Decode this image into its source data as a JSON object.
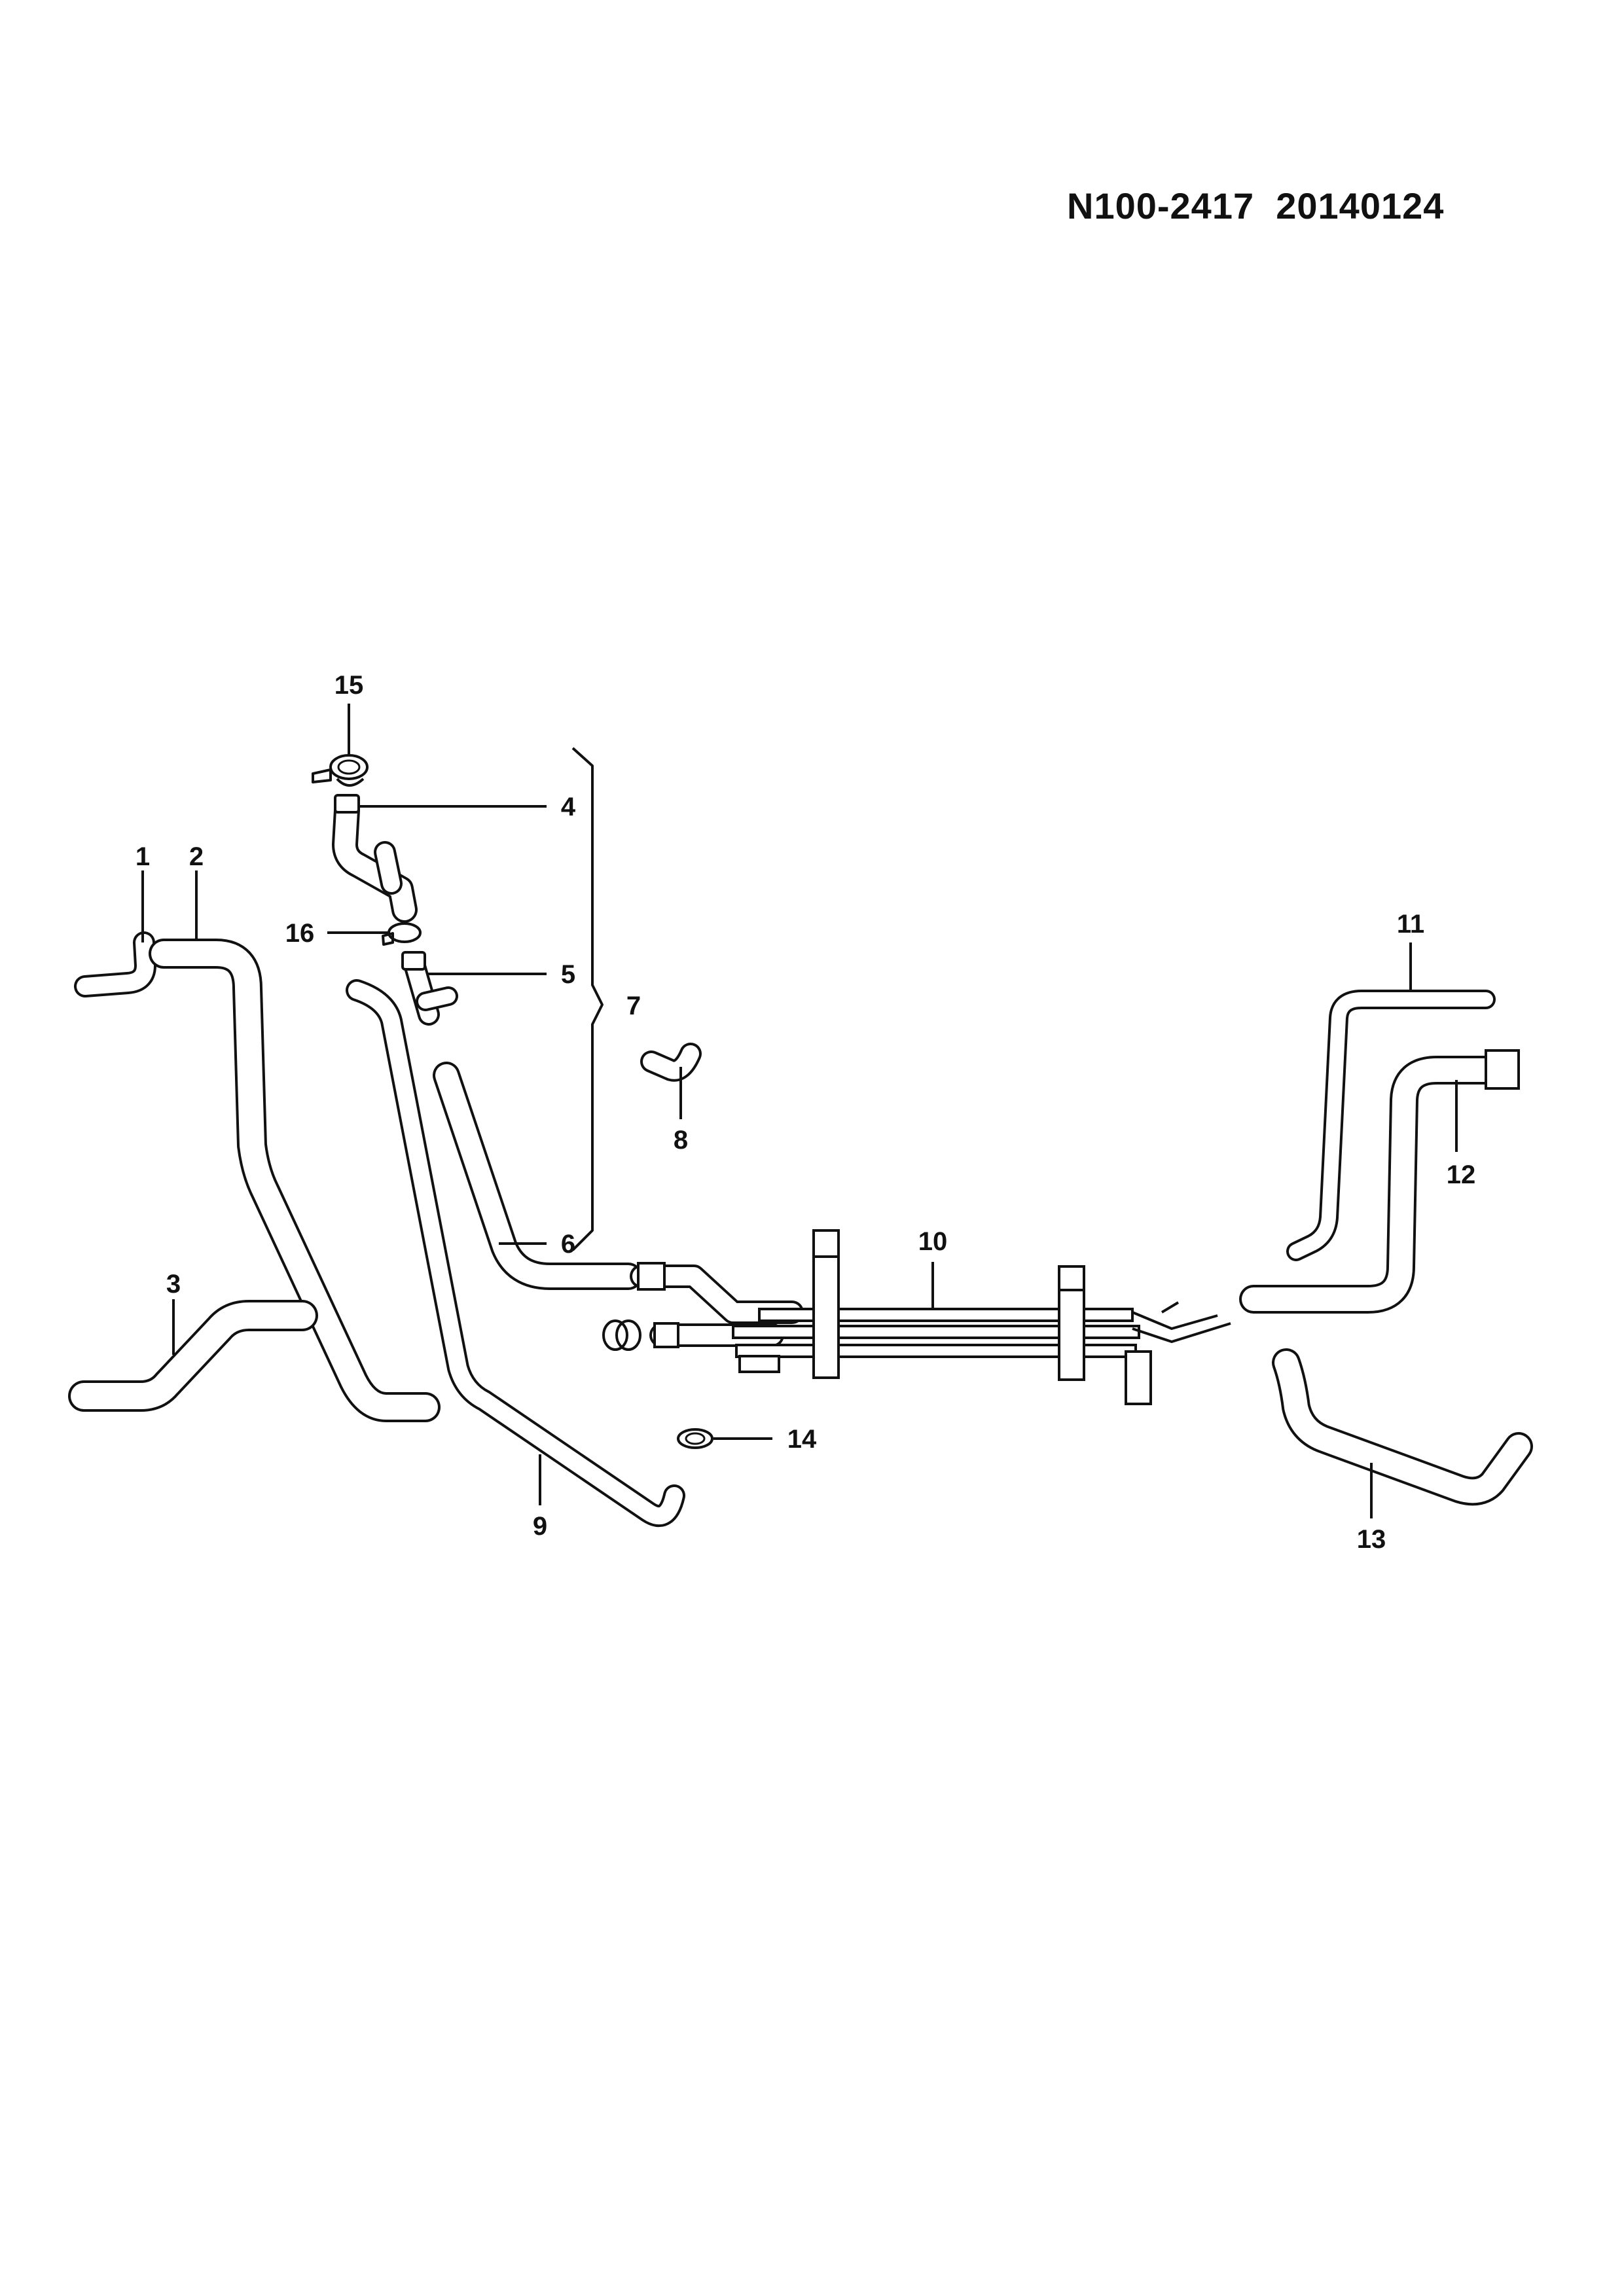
{
  "document": {
    "part_number": "N100-2417",
    "date_code": "20140124"
  },
  "callouts": [
    "1",
    "2",
    "3",
    "4",
    "5",
    "6",
    "7",
    "8",
    "9",
    "10",
    "11",
    "12",
    "13",
    "14",
    "15",
    "16"
  ]
}
